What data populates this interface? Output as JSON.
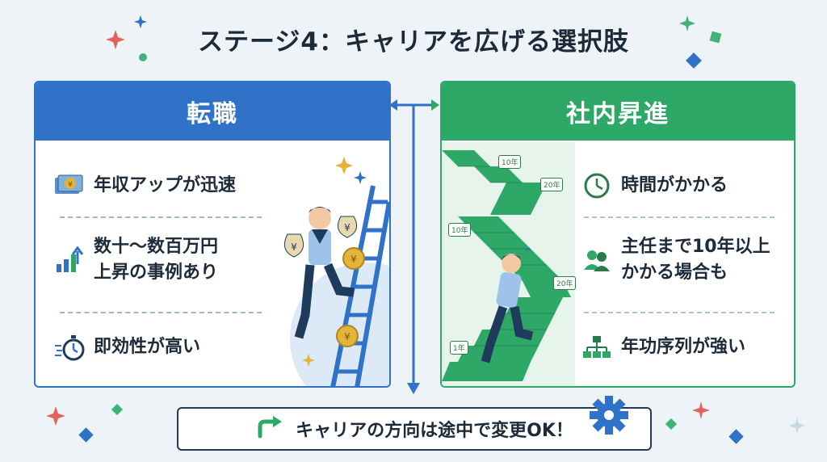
{
  "title": "ステージ4：キャリアを広げる選択肢",
  "colors": {
    "blue": "#2f72c8",
    "green": "#2ea866",
    "navy": "#1f3b5c",
    "gold": "#e3b43a"
  },
  "left": {
    "heading": "転職",
    "items": [
      {
        "icon": "money-icon",
        "lines": [
          "年収アップが迅速"
        ]
      },
      {
        "icon": "growth-chart-icon",
        "lines": [
          "数十〜数百万円",
          "上昇の事例あり"
        ]
      },
      {
        "icon": "stopwatch-icon",
        "lines": [
          "即効性が高い"
        ]
      }
    ]
  },
  "right": {
    "heading": "社内昇進",
    "items": [
      {
        "icon": "clock-icon",
        "lines": [
          "時間がかかる"
        ]
      },
      {
        "icon": "people-icon",
        "lines": [
          "主任まで10年以上",
          "かかる場合も"
        ]
      },
      {
        "icon": "hierarchy-icon",
        "lines": [
          "年功序列が強い"
        ]
      }
    ],
    "year_tags": [
      "10年",
      "20年",
      "10年",
      "20年",
      "1年"
    ]
  },
  "bottom": {
    "icon": "redirect-arrow-icon",
    "text": "キャリアの方向は途中で変更OK！"
  }
}
